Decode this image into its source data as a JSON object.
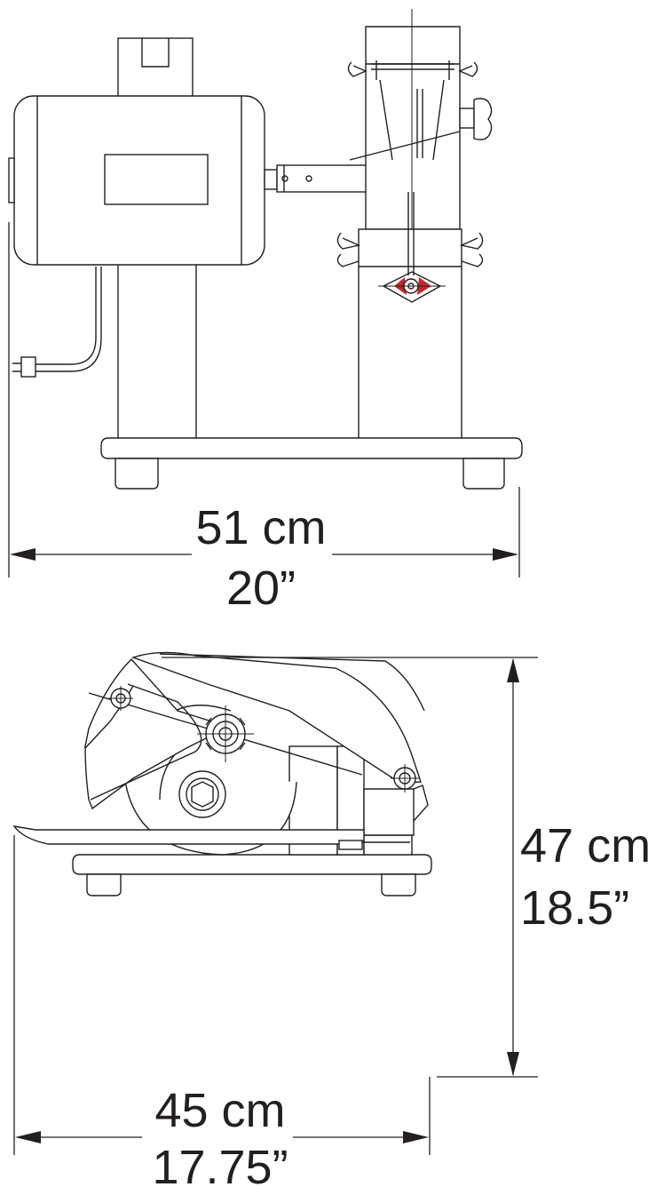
{
  "top_view": {
    "width_metric": "51 cm",
    "width_imperial": "20”"
  },
  "side_view": {
    "height_metric": "47 cm",
    "height_imperial": "18.5”",
    "depth_metric": "45 cm",
    "depth_imperial": "17.75”"
  }
}
